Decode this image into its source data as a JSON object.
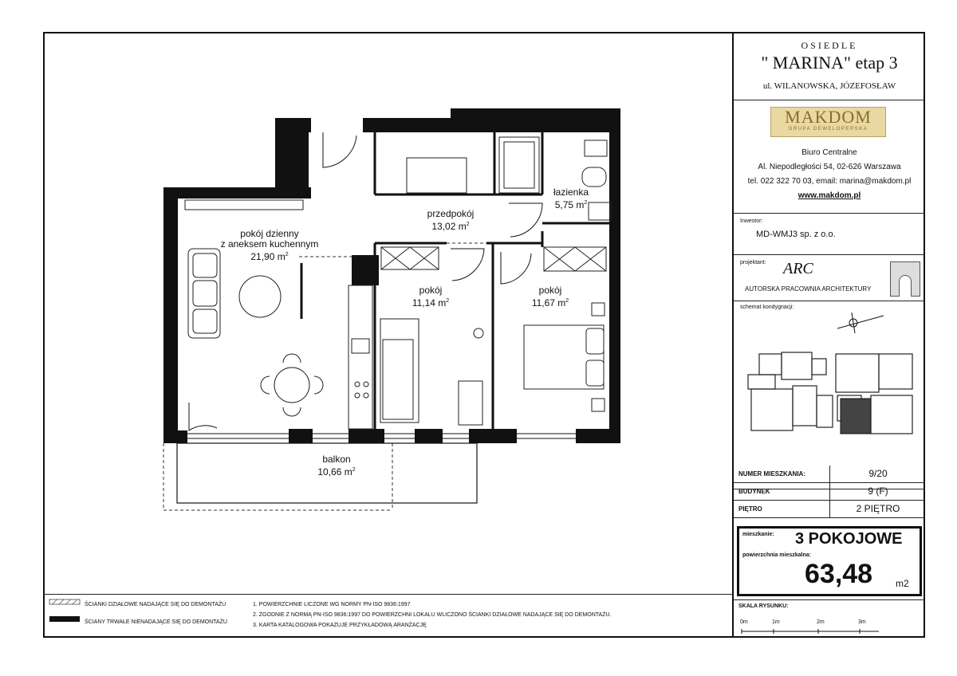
{
  "title_block": {
    "line1": "OSIEDLE",
    "line2": "\" MARINA\" etap 3",
    "line3": "ul. WILANOWSKA, JÓZEFOSŁAW"
  },
  "company": {
    "logo_text": "MAKDOM",
    "logo_subtitle": "GRUPA DEWELOPERSKA",
    "office": "Biuro Centralne",
    "address": "Al. Niepodległości 54, 02-626 Warszawa",
    "contact": "tel. 022 322 70 03, email: marina@makdom.pl",
    "website": "www.makdom.pl"
  },
  "investor": {
    "label": "Inwestor:",
    "name": "MD-WMJ3 sp. z o.o."
  },
  "designer": {
    "label": "projektant:",
    "logo": "ARC",
    "name": "AUTORSKA PRACOWNIA ARCHITEKTURY"
  },
  "schema": {
    "label": "schemat kondygnacji:"
  },
  "apartment_info": [
    {
      "label": "NUMER MIESZKANIA:",
      "value": "9/20"
    },
    {
      "label": "BUDYNEK",
      "value": "9 (F)"
    },
    {
      "label": "PIĘTRO",
      "value": "2 PIĘTRO"
    }
  ],
  "summary": {
    "type_label": "mieszkanie:",
    "type_value": "3 POKOJOWE",
    "area_label": "powierzchnia mieszkalna:",
    "area_value": "63,48",
    "area_unit": "m2"
  },
  "scale": {
    "label": "SKALA RYSUNKU:",
    "ticks": [
      "0m",
      "1m",
      "2m",
      "3m"
    ]
  },
  "rooms": [
    {
      "name": "pokój dzienny",
      "line2": "z aneksem kuchennym",
      "area": "21,90 m",
      "sup": "2"
    },
    {
      "name": "przedpokój",
      "area": "13,02 m",
      "sup": "2"
    },
    {
      "name": "łazienka",
      "area": "5,75 m",
      "sup": "2"
    },
    {
      "name": "pokój",
      "area": "11,14 m",
      "sup": "2"
    },
    {
      "name": "pokój",
      "area": "11,67 m",
      "sup": "2"
    },
    {
      "name": "balkon",
      "area": "10,66 m",
      "sup": "2"
    }
  ],
  "legend": {
    "item1": "ŚCIANKI DZIAŁOWE NADAJĄCE SIĘ DO DEMONTAŻU",
    "item2": "ŚCIANY TRWAŁE NIENADAJĄCE SIĘ DO DEMONTAŻU",
    "notes": [
      "1. POWIERZCHNIE LICZONE WG NORMY PN-ISO 9836:1997",
      "2. ZGODNIE Z NORMĄ PN-ISO 9836:1997 DO POWIERZCHNI LOKALU WLICZONO ŚCIANKI DZIAŁOWE NADAJĄCE SIĘ DO DEMONTAŻU.",
      "3. KARTA KATALOGOWA POKAZUJE PRZYKŁADOWĄ ARANŻACJĘ"
    ]
  },
  "colors": {
    "wall": "#111111",
    "logo_bg": "#e9d8a2",
    "logo_text": "#8a6d2a"
  }
}
